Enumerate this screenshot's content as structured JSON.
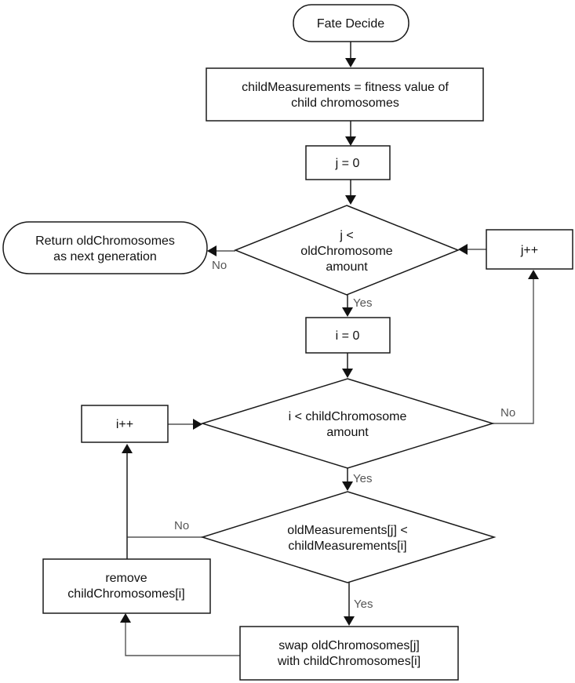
{
  "nodes": {
    "start": {
      "label": "Fate Decide"
    },
    "child_measurements": {
      "line1": "childMeasurements = fitness value of",
      "line2": "child chromosomes"
    },
    "j_init": {
      "label": "j = 0"
    },
    "j_check": {
      "line1": "j <",
      "line2": "oldChromosome",
      "line3": "amount"
    },
    "return": {
      "line1": "Return oldChromosomes",
      "line2": "as next generation"
    },
    "j_inc": {
      "label": "j++"
    },
    "i_init": {
      "label": "i = 0"
    },
    "i_check": {
      "line1": "i < childChromosome",
      "line2": "amount"
    },
    "i_inc": {
      "label": "i++"
    },
    "compare": {
      "line1": "oldMeasurements[j] <",
      "line2": "childMeasurements[i]"
    },
    "remove": {
      "line1": "remove",
      "line2": "childChromosomes[i]"
    },
    "swap": {
      "line1": "swap oldChromosomes[j]",
      "line2": "with childChromosomes[i]"
    }
  },
  "edges": {
    "j_check_no": "No",
    "j_check_yes": "Yes",
    "i_check_no": "No",
    "i_check_yes": "Yes",
    "compare_no": "No",
    "compare_yes": "Yes"
  }
}
